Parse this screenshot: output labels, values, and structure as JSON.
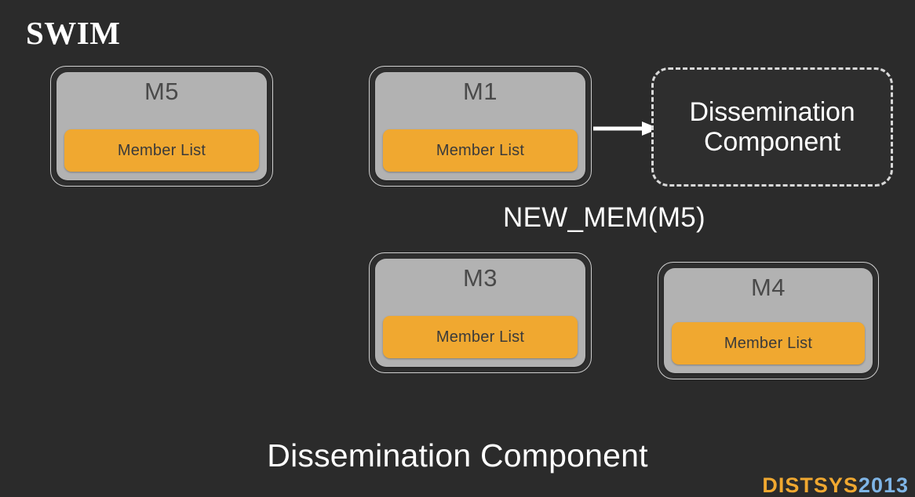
{
  "slide": {
    "title": "SWIM",
    "background_color": "#2b2b2b",
    "caption": "Dissemination Component"
  },
  "palette": {
    "background": "#2b2b2b",
    "node_panel_gray": "#b2b2b2",
    "member_list_orange": "#f0a830",
    "node_label_text": "#4a4a4a",
    "white_text": "#ffffff",
    "node_outline": "#cfcfcf"
  },
  "nodes": [
    {
      "id": "m5",
      "label": "M5",
      "member_list_label": "Member List"
    },
    {
      "id": "m1",
      "label": "M1",
      "member_list_label": "Member List"
    },
    {
      "id": "m3",
      "label": "M3",
      "member_list_label": "Member List"
    },
    {
      "id": "m4",
      "label": "M4",
      "member_list_label": "Member List"
    }
  ],
  "dissemination": {
    "line1": "Dissemination",
    "line2": "Component"
  },
  "message": {
    "label": "NEW_MEM(M5)"
  },
  "logo": {
    "part_a": "DISTSYS",
    "part_b": "2013"
  }
}
